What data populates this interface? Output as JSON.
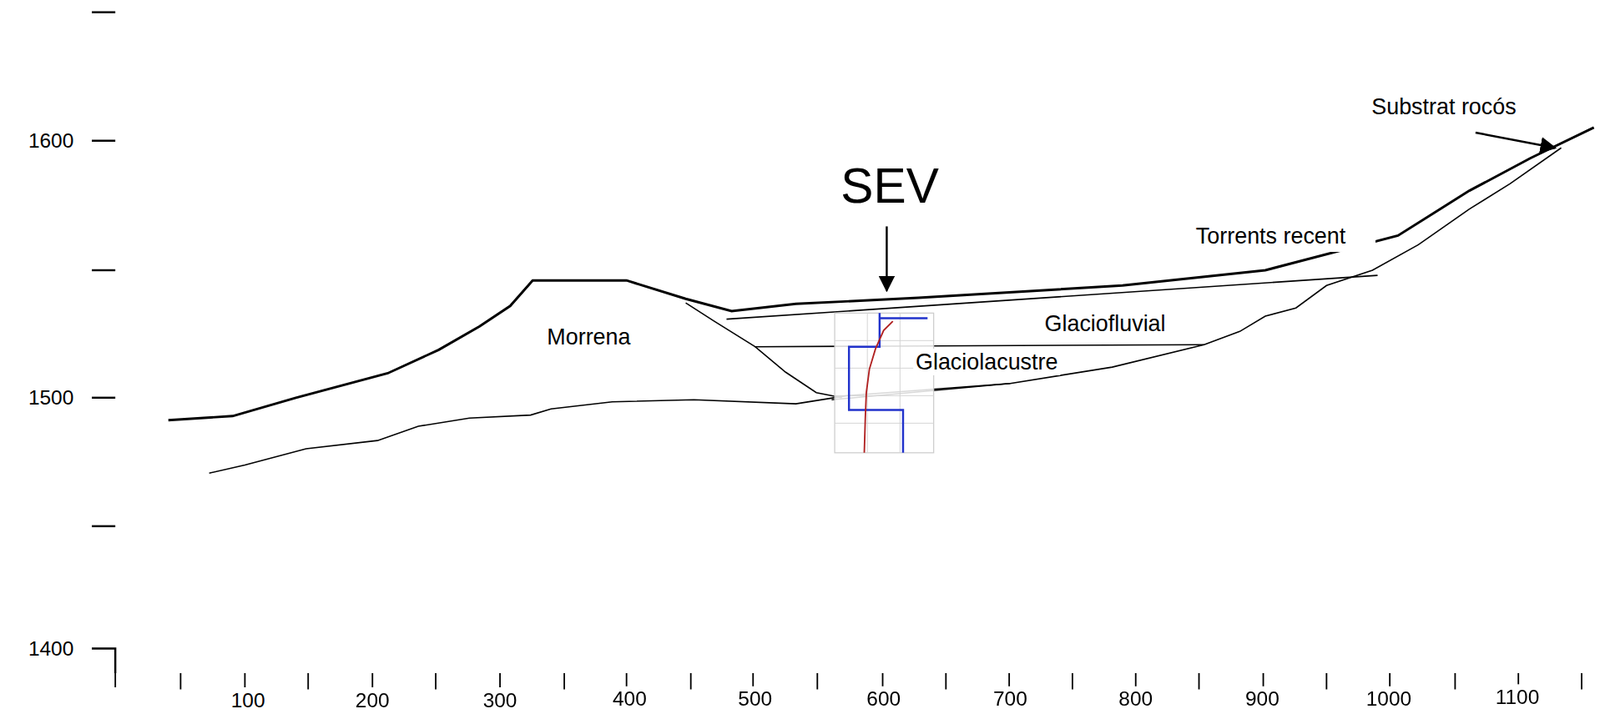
{
  "diagram": {
    "labels": [
      "1600",
      "1500",
      "1400",
      "100",
      "200",
      "300",
      "400",
      "500",
      "600",
      "700",
      "800",
      "900",
      "1000",
      "1100",
      "SEV",
      "Substrat rocós",
      "Torrents recent",
      "Glaciofluvial",
      "Glaciolacustre",
      "Morrena"
    ]
  }
}
